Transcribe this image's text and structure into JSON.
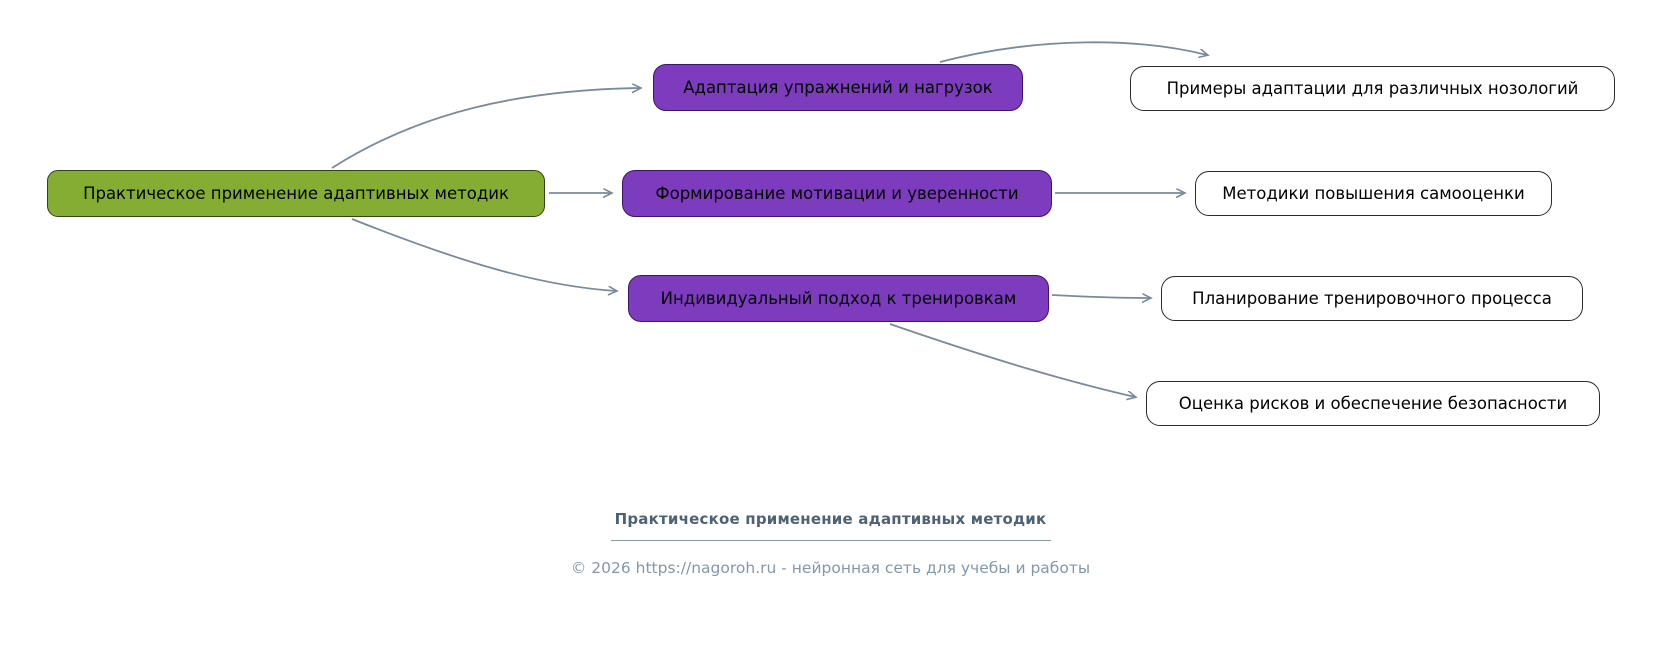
{
  "diagram": {
    "root": {
      "label": "Практическое применение адаптивных методик"
    },
    "branches": [
      {
        "label": "Адаптация упражнений и нагрузок"
      },
      {
        "label": "Формирование мотивации и уверенности"
      },
      {
        "label": "Индивидуальный подход к тренировкам"
      }
    ],
    "leaves": [
      {
        "label": "Примеры адаптации для различных нозологий"
      },
      {
        "label": "Методики повышения самооценки"
      },
      {
        "label": "Планирование тренировочного процесса"
      },
      {
        "label": "Оценка рисков и обеспечение безопасности"
      }
    ],
    "edges": [
      {
        "from": "root",
        "to": "branch-0"
      },
      {
        "from": "root",
        "to": "branch-1"
      },
      {
        "from": "root",
        "to": "branch-2"
      },
      {
        "from": "branch-0",
        "to": "leaf-0"
      },
      {
        "from": "branch-1",
        "to": "leaf-1"
      },
      {
        "from": "branch-2",
        "to": "leaf-2"
      },
      {
        "from": "branch-2",
        "to": "leaf-3"
      }
    ],
    "colors": {
      "root_fill": "#85ad33",
      "root_border": "#2f4410",
      "branch_fill": "#7c3cbd",
      "branch_border": "#3c1470",
      "leaf_fill": "#ffffff",
      "leaf_border": "#2b2b2b",
      "edge": "#7b8a99"
    }
  },
  "footer": {
    "title": "Практическое применение адаптивных методик",
    "copyright": "© 2026 https://nagoroh.ru - нейронная сеть для учебы и работы"
  }
}
